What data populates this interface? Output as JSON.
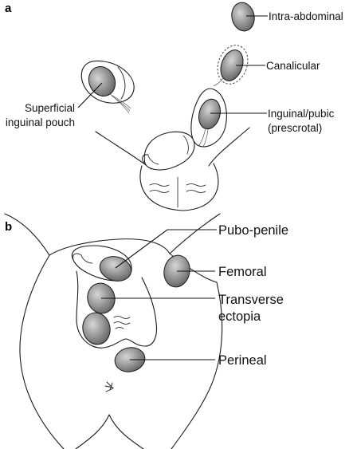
{
  "panels": {
    "a": {
      "letter": "a",
      "labels": {
        "intra_abdominal": "Intra-abdominal",
        "canalicular": "Canalicular",
        "inguinal_pubic_line1": "Inguinal/pubic",
        "inguinal_pubic_line2": "(prescrotal)",
        "superficial_line1": "Superficial",
        "superficial_line2": "inguinal pouch"
      }
    },
    "b": {
      "letter": "b",
      "labels": {
        "pubo_penile": "Pubo-penile",
        "femoral": "Femoral",
        "transverse_line1": "Transverse",
        "transverse_line2": "ectopia",
        "perineal": "Perineal"
      }
    }
  },
  "colors": {
    "testis_center": "#d6d6d6",
    "testis_edge": "#555555",
    "line": "#1a1a1a"
  }
}
